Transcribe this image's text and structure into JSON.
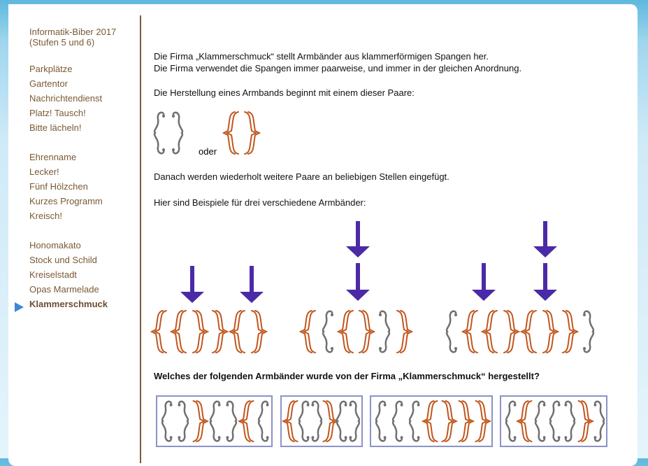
{
  "nav": {
    "title_line1": "Informatik-Biber 2017",
    "title_line2": "(Stufen 5 und 6)",
    "group1": [
      "Parkplätze",
      "Gartentor",
      "Nachrichtendienst",
      "Platz! Tausch!",
      "Bitte lächeln!"
    ],
    "group2": [
      "Ehrenname",
      "Lecker!",
      "Fünf Hölzchen",
      "Kurzes Programm",
      "Kreisch!"
    ],
    "group3": [
      "Honomakato",
      "Stock und Schild",
      "Kreiselstadt",
      "Opas Marmelade",
      "Klammerschmuck"
    ],
    "active": "Klammerschmuck"
  },
  "content": {
    "intro1": "Die Firma „Klammerschmuck“ stellt Armbänder aus klammerförmigen Spangen her.",
    "intro2": "Die Firma verwendet die Spangen immer paarweise, und immer in der gleichen Anordnung.",
    "start": "Die Herstellung eines Armbands beginnt mit einem dieser Paare:",
    "oder": "oder",
    "then": "Danach werden wiederholt weitere Paare an beliebigen Stellen eingefügt.",
    "examples": "Hier sind Beispiele für drei verschiedene Armbänder:",
    "question": "Welches der folgenden Armbänder wurde von der Firma „Klammerschmuck“ hergestellt?"
  },
  "colors": {
    "curly": "#c0561d",
    "square": "#707070",
    "arrow": "#4b2aa8",
    "answer_border": "#8b93c7",
    "nav_text": "#7a5a34"
  },
  "bracelets": {
    "start_pairs": [
      "()",
      "{}"
    ],
    "examples": [
      "{{}}{}",
      "{({})}",
      "({{}{}})"
    ],
    "answers": [
      "()}(){(",
      "{()}()",
      "((({}}}",
      "({(()})"
    ]
  }
}
